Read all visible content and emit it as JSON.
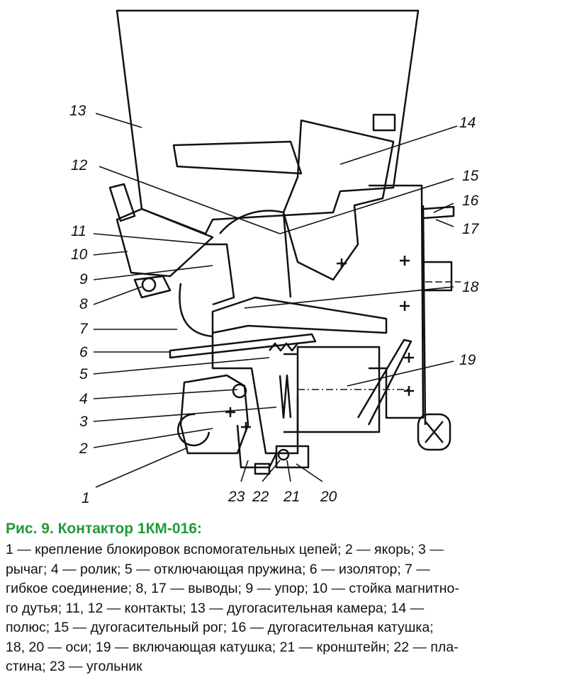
{
  "figure": {
    "labels": [
      "1",
      "2",
      "3",
      "4",
      "5",
      "6",
      "7",
      "8",
      "9",
      "10",
      "11",
      "12",
      "13",
      "14",
      "15",
      "16",
      "17",
      "18",
      "19",
      "20",
      "21",
      "22",
      "23"
    ]
  },
  "caption": {
    "title": "Рис. 9. Контактор 1КМ-016:",
    "lines": [
      "1 — крепление блокировок вспомогательных цепей; 2 — якорь; 3 —",
      "рычаг; 4 — ролик; 5 — отключающая пружина; 6 — изолятор; 7 —",
      "гибкое соединение; 8, 17 — выводы; 9 — упор; 10 — стойка магнитно-",
      "го дутья; 11, 12 — контакты; 13 — дугогасительная камера; 14 —",
      "полюс; 15 — дугогасительный рог; 16 — дугогасительная катушка;",
      "18, 20 — оси; 19 — включающая катушка; 21 — кронштейн; 22 — пла-",
      "стина;  23 — угольник"
    ],
    "title_color": "#1f9a3a"
  }
}
